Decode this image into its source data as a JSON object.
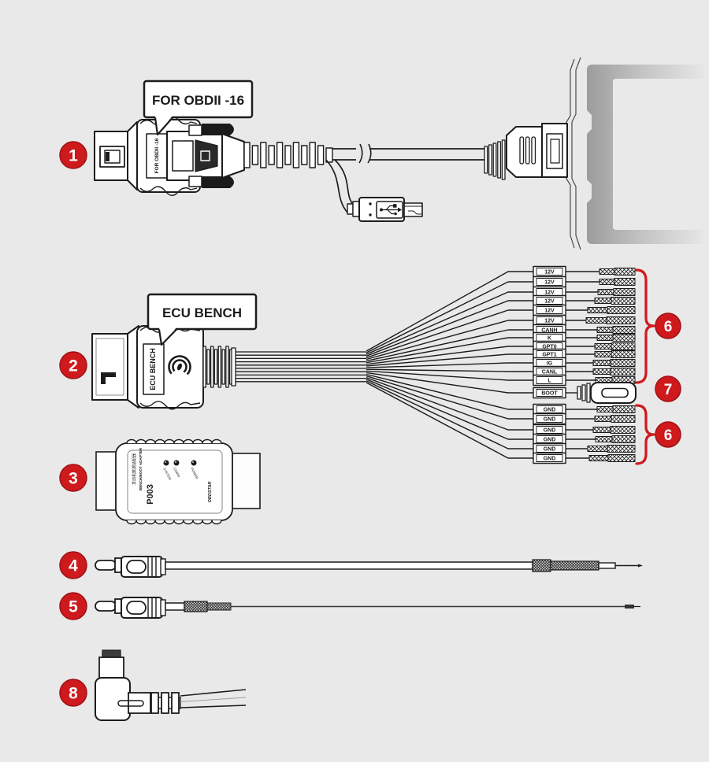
{
  "colors": {
    "background": "#e9e9e9",
    "ink": "#1c1c1c",
    "red": "#cf1a1d"
  },
  "badges": {
    "n1": "1",
    "n2": "2",
    "n3": "3",
    "n4": "4",
    "n5": "5",
    "n8": "8",
    "n6_top": "6",
    "n7": "7",
    "n6_bottom": "6"
  },
  "item1": {
    "bubble_label": "FOR OBDII -16",
    "connector_label": "FOR OBDII -16"
  },
  "item2": {
    "bubble_label": "ECU BENCH",
    "connector_label": "ECU BENCH"
  },
  "item3": {
    "title_cn": "发动机数据适配器",
    "title_en": "BENCH/BOOT ADAPTER",
    "model": "P003",
    "brand": "OBDSTAR",
    "led_labels": [
      "SYSTEM",
      "COMM",
      "POWER"
    ]
  },
  "wires": [
    {
      "label": "12V",
      "group": "bench"
    },
    {
      "label": "12V",
      "group": "bench"
    },
    {
      "label": "12V",
      "group": "bench"
    },
    {
      "label": "12V",
      "group": "bench"
    },
    {
      "label": "12V",
      "group": "bench"
    },
    {
      "label": "12V",
      "group": "bench"
    },
    {
      "label": "CANH",
      "group": "bench"
    },
    {
      "label": "K",
      "group": "bench"
    },
    {
      "label": "GPT0",
      "group": "bench"
    },
    {
      "label": "GPT1",
      "group": "bench"
    },
    {
      "label": "IG",
      "group": "bench"
    },
    {
      "label": "CANL",
      "group": "bench"
    },
    {
      "label": "L",
      "group": "bench"
    },
    {
      "label": "BOOT",
      "group": "boot"
    },
    {
      "label": "GND",
      "group": "gnd"
    },
    {
      "label": "GND",
      "group": "gnd"
    },
    {
      "label": "GND",
      "group": "gnd"
    },
    {
      "label": "GND",
      "group": "gnd"
    },
    {
      "label": "GND",
      "group": "gnd"
    },
    {
      "label": "GND",
      "group": "gnd"
    }
  ]
}
